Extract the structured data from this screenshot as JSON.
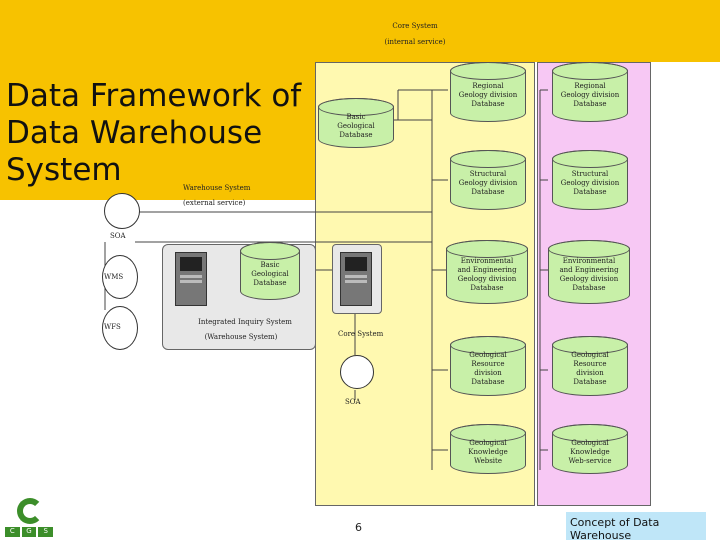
{
  "title": "Data Framework of Data Warehouse System",
  "top_label_1": "Core System",
  "top_label_2": "(internal service)",
  "warehouse_label_1": "Warehouse System",
  "warehouse_label_2": "(external service)",
  "basic_db_core": "Basic\nGeological\nDatabase",
  "basic_db_warehouse": "Basic\nGeological\nDatabase",
  "integrated_label_1": "Integrated Inquiry System",
  "integrated_label_2": "(Warehouse System)",
  "core_system_label": "Core System",
  "soa_top": "SOA",
  "soa_bottom": "SOA",
  "wms": "WMS",
  "wfs": "WFS",
  "core_dbs": [
    "Regional\nGeology division\nDatabase",
    "Structural\nGeology division\nDatabase",
    "Environmental\nand Engineering\nGeology division\nDatabase",
    "Geological\nResource\ndivision\nDatabase",
    "Geological\nKnowledge\nWebsite"
  ],
  "pink_dbs": [
    "Regional\nGeology division\nDatabase",
    "Structural\nGeology division\nDatabase",
    "Environmental\nand Engineering\nGeology division\nDatabase",
    "Geological\nResource\ndivision\nDatabase",
    "Geological\nKnowledge\nWeb-service"
  ],
  "page_number": "6",
  "footer_box": "Concept of Data Warehouse",
  "logo_letters": [
    "C",
    "G",
    "S"
  ],
  "colors": {
    "band": "#f7c200",
    "core": "#fff9b0",
    "pink": "#f7c8f4",
    "db": "#c8f0a8",
    "footer": "#bfe6f8"
  }
}
